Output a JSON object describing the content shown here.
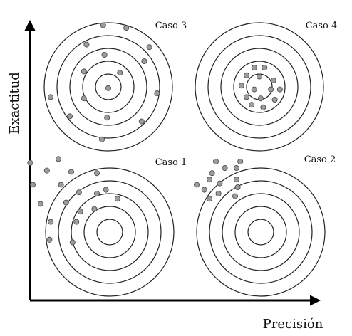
{
  "figure": {
    "x_axis_label": "Precisión",
    "y_axis_label": "Exactitud",
    "colors": {
      "ink": "#000000",
      "ring": "#222222",
      "shot_fill": "#9b9b9b",
      "shot_stroke": "#444444"
    }
  },
  "panels": [
    {
      "id": "caso-3",
      "label": "Caso 3",
      "rings": 5,
      "shots": [
        [
          -0.08,
          -0.96
        ],
        [
          0.28,
          -0.92
        ],
        [
          0.64,
          -0.62
        ],
        [
          -0.34,
          -0.66
        ],
        [
          -0.06,
          -0.5
        ],
        [
          -0.38,
          -0.24
        ],
        [
          0.18,
          -0.22
        ],
        [
          0.56,
          -0.4
        ],
        [
          -0.9,
          0.16
        ],
        [
          -0.38,
          0.18
        ],
        [
          0.76,
          0.1
        ],
        [
          0.0,
          0.02
        ],
        [
          -0.6,
          0.46
        ],
        [
          -0.02,
          0.48
        ],
        [
          0.52,
          0.54
        ],
        [
          -0.1,
          0.82
        ]
      ]
    },
    {
      "id": "caso-4",
      "label": "Caso 4",
      "rings": 5,
      "shots": [
        [
          -0.08,
          -0.3
        ],
        [
          0.08,
          -0.3
        ],
        [
          -0.2,
          -0.18
        ],
        [
          0.0,
          -0.16
        ],
        [
          0.22,
          -0.1
        ],
        [
          -0.28,
          -0.02
        ],
        [
          -0.08,
          0.04
        ],
        [
          0.18,
          0.04
        ],
        [
          0.32,
          0.04
        ],
        [
          -0.2,
          0.16
        ],
        [
          0.02,
          0.18
        ],
        [
          0.24,
          0.2
        ],
        [
          -0.12,
          0.28
        ],
        [
          0.06,
          0.32
        ]
      ]
    },
    {
      "id": "caso-1",
      "label": "Caso 1",
      "rings": 5,
      "shots": [
        [
          -1.24,
          -1.08
        ],
        [
          -0.8,
          -1.14
        ],
        [
          -0.98,
          -0.96
        ],
        [
          -0.6,
          -0.94
        ],
        [
          -0.2,
          -0.92
        ],
        [
          -0.06,
          -0.66
        ],
        [
          -1.2,
          -0.74
        ],
        [
          -0.76,
          -0.74
        ],
        [
          -0.48,
          -0.62
        ],
        [
          -0.2,
          -0.6
        ],
        [
          0.12,
          -0.52
        ],
        [
          -1.08,
          -0.44
        ],
        [
          -0.68,
          -0.46
        ],
        [
          -0.46,
          -0.32
        ],
        [
          -0.24,
          -0.36
        ],
        [
          -0.92,
          -0.16
        ],
        [
          -0.52,
          -0.16
        ],
        [
          -0.94,
          0.12
        ],
        [
          -0.58,
          0.16
        ]
      ]
    },
    {
      "id": "caso-2",
      "label": "Caso 2",
      "rings": 5,
      "shots": [
        [
          -0.7,
          -1.1
        ],
        [
          -0.32,
          -1.1
        ],
        [
          -0.38,
          -1.0
        ],
        [
          -0.56,
          -1.0
        ],
        [
          -0.76,
          -0.92
        ],
        [
          -0.38,
          -0.82
        ],
        [
          -0.8,
          -0.82
        ],
        [
          -1.0,
          -0.74
        ],
        [
          -0.64,
          -0.76
        ],
        [
          -0.36,
          -0.7
        ],
        [
          -0.88,
          -0.66
        ],
        [
          -0.66,
          -0.6
        ],
        [
          -0.4,
          -0.56
        ],
        [
          -0.8,
          -0.52
        ]
      ]
    }
  ]
}
